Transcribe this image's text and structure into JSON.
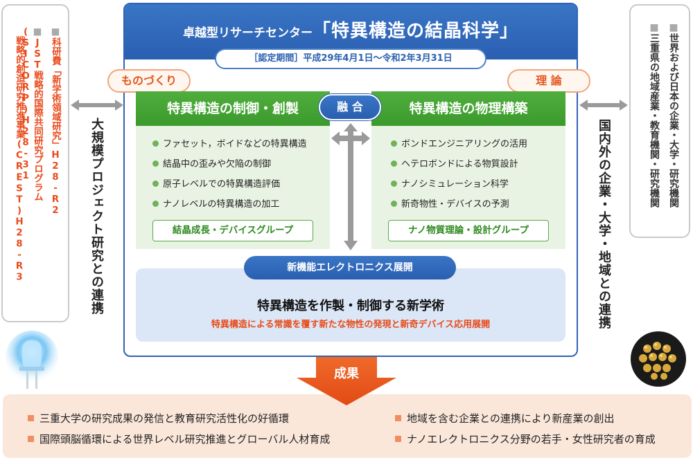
{
  "left_box": {
    "lines": [
      {
        "bullet": "■",
        "text": "科研費「新学術領域研究」H28-R2"
      },
      {
        "bullet": "■",
        "text": "JST戦略的国際共同研究プログラム(SICORP)H28-31"
      },
      {
        "bullet": "",
        "text": "戦略的創造研究推進事業(CREST)H28-R3"
      }
    ]
  },
  "left_caption": "大規模プロジェクト研究との連携",
  "right_box": {
    "lines": [
      {
        "bullet": "■",
        "text": "世界および日本の企業・大学・研究機関"
      },
      {
        "bullet": "■",
        "text": "三重県の地域産業・教育機関・研究機関"
      }
    ]
  },
  "right_caption": "国内外の企業・大学・地域との連携",
  "header": {
    "subtitle": "卓越型リサーチセンター",
    "title": "「特異構造の結晶科学」",
    "period": "［認定期間］平成29年4月1日～令和2年3月31日"
  },
  "tags": {
    "left": "ものづくり",
    "right": "理 論"
  },
  "fusion_label": "融 合",
  "left_panel": {
    "heading": "特異構造の制御・創製",
    "items": [
      "ファセット，ボイドなどの特異構造",
      "結晶中の歪みや欠陥の制御",
      "原子レベルでの特異構造評価",
      "ナノレベルの特異構造の加工"
    ],
    "group": "結晶成長・デバイスグループ"
  },
  "right_panel": {
    "heading": "特異構造の物理構築",
    "items": [
      "ボンドエンジニアリングの活用",
      "ヘテロボンドによる物質設計",
      "ナノシミュレーション科学",
      "新奇物性・デバイスの予測"
    ],
    "group": "ナノ物質理論・設計グループ"
  },
  "bottom_panel": {
    "pill": "新機能エレクトロニクス展開",
    "title": "特異構造を作製・制御する新学術",
    "subtitle": "特異構造による常識を覆す新たな物性の発現と新奇デバイス応用展開"
  },
  "results": {
    "label": "成果",
    "items": [
      "三重大学の研究成果の発信と教育研究活性化の好循環",
      "国際頭脳循環による世界レベル研究推進とグローバル人材育成",
      "地域を含む企業との連携により新産業の創出",
      "ナノエレクトロニクス分野の若手・女性研究者の育成"
    ]
  },
  "colors": {
    "blue": "#2a5fb0",
    "green": "#3b9a2c",
    "orange": "#e84b1c",
    "result_bg": "#fbe7da"
  }
}
